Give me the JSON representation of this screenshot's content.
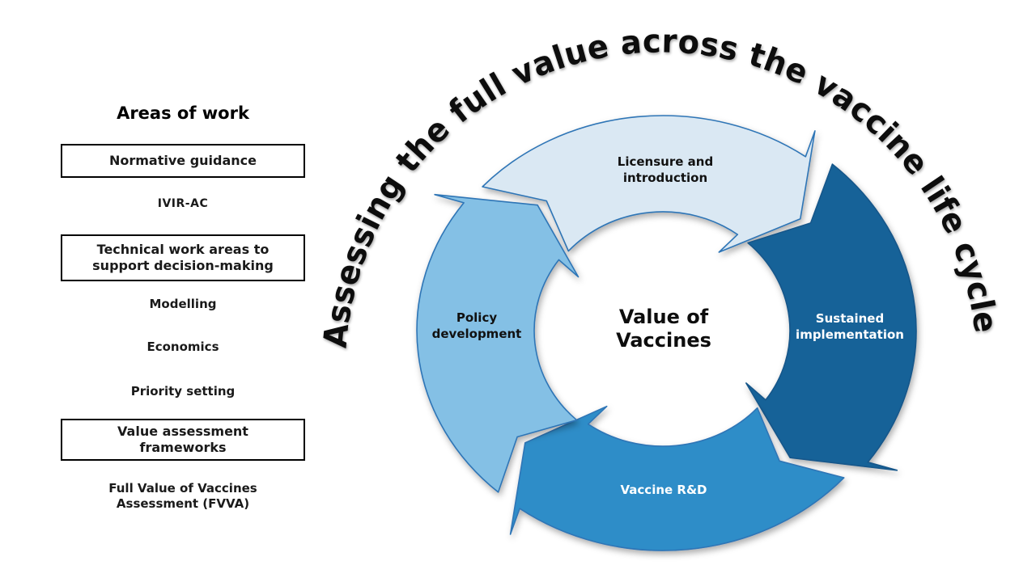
{
  "panel": {
    "heading": "Areas of work",
    "items": [
      {
        "label": "Normative guidance",
        "boxed": true
      },
      {
        "label": "IVIR-AC",
        "boxed": false
      },
      {
        "label": "Technical work areas to support decision-making",
        "boxed": true
      },
      {
        "label": "Modelling",
        "boxed": false
      },
      {
        "label": "Economics",
        "boxed": false
      },
      {
        "label": "Priority setting",
        "boxed": false
      },
      {
        "label": "Value assessment frameworks",
        "boxed": true
      },
      {
        "label": "Full Value of Vaccines Assessment (FVVA)",
        "boxed": false
      }
    ]
  },
  "diagram": {
    "title": "Assessing the full value across the vaccine life cycle",
    "center_label": "Value of Vaccines",
    "colors": {
      "licensure_fill": "#dae8f3",
      "sustained_fill": "#166298",
      "rnd_fill": "#2e8dc8",
      "policy_fill": "#84c0e5",
      "outline": "#2e75b6",
      "text_dark": "#111111",
      "text_light": "#ffffff"
    },
    "segments": [
      {
        "id": "licensure",
        "label": "Licensure and introduction",
        "fill": "#dae8f3",
        "stroke": "#2e75b6",
        "text_color": "#111111",
        "start_angle": -48,
        "end_angle": 36
      },
      {
        "id": "sustained",
        "label": "Sustained implementation",
        "fill": "#166298",
        "stroke": "#14578a",
        "text_color": "#ffffff",
        "start_angle": 42,
        "end_angle": 126
      },
      {
        "id": "rnd",
        "label": "Vaccine R&D",
        "fill": "#2e8dc8",
        "stroke": "#2e75b6",
        "text_color": "#ffffff",
        "start_angle": 132,
        "end_angle": 216
      },
      {
        "id": "policy",
        "label": "Policy development",
        "fill": "#84c0e5",
        "stroke": "#2e75b6",
        "text_color": "#111111",
        "start_angle": 222,
        "end_angle": 306
      }
    ]
  }
}
